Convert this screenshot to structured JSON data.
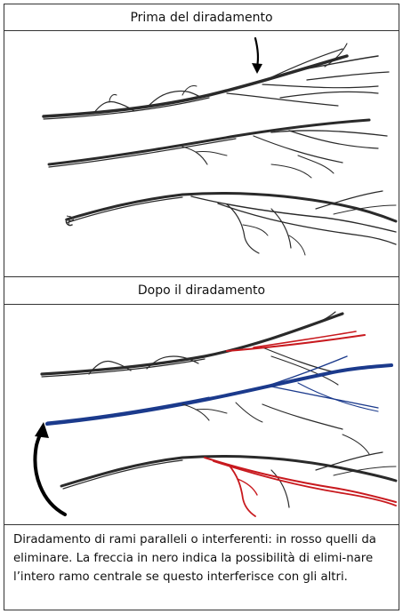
{
  "panels": {
    "before_title": "Prima del diradamento",
    "after_title": "Dopo il diradamento"
  },
  "caption": "Diradamento di rami paralleli o interferenti: in rosso quelli da eliminare. La freccia in nero indica la possibilità di elimi-nare l’intero ramo centrale se questo interferisce con gli altri.",
  "colors": {
    "branch": "#2a2a2a",
    "remove": "#c8191e",
    "central": "#1b3a8c",
    "arrow": "#000000"
  }
}
